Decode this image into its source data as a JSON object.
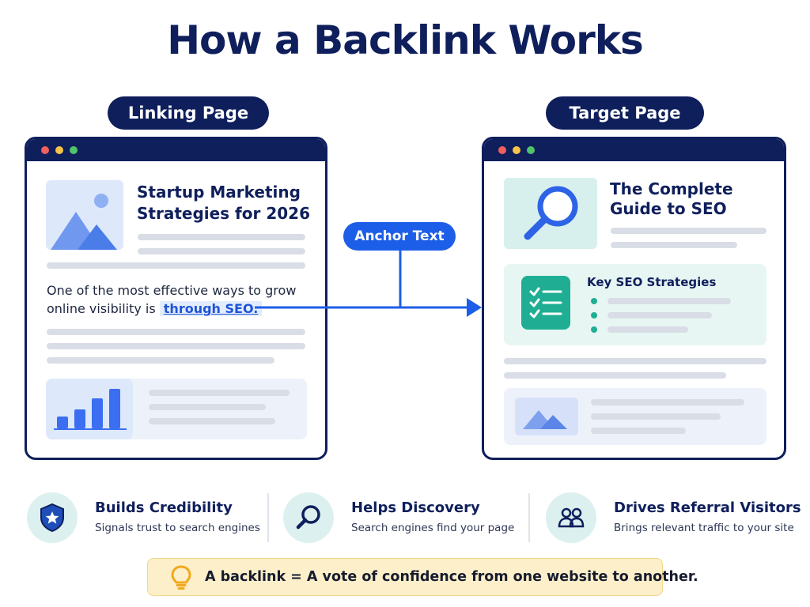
{
  "title": "How a Backlink Works",
  "linking_page": {
    "label": "Linking Page",
    "article_title_line1": "Startup Marketing",
    "article_title_line2": "Strategies for 2026",
    "body_line1": "One of the most effective ways to grow",
    "body_line2_prefix": "online visibility is",
    "anchor_text": "through SEO."
  },
  "anchor_label": "Anchor Text",
  "target_page": {
    "label": "Target Page",
    "article_title_line1": "The Complete",
    "article_title_line2": "Guide to SEO",
    "card_title": "Key SEO Strategies"
  },
  "benefits": [
    {
      "title": "Builds Credibility",
      "description": "Signals trust to search engines",
      "icon": "shield-star-icon"
    },
    {
      "title": "Helps Discovery",
      "description": "Search engines find your page",
      "icon": "magnifier-icon"
    },
    {
      "title": "Drives Referral Visitors",
      "description": "Brings relevant traffic to your site",
      "icon": "users-icon"
    }
  ],
  "callout": {
    "text": "A backlink = A vote of confidence from one website to another.",
    "icon": "lightbulb-icon"
  },
  "colors": {
    "navy": "#0f1f5c",
    "link_blue": "#1d5ee8",
    "teal": "#1fae93",
    "callout_bg": "#fcefc9"
  }
}
